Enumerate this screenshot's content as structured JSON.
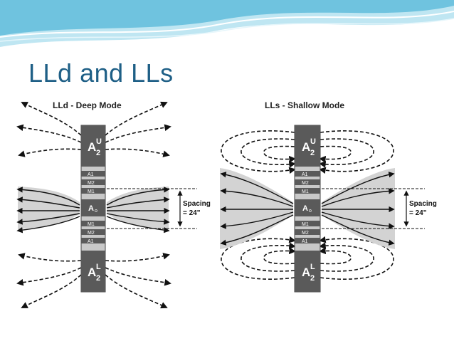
{
  "slide": {
    "title": "LLd and LLs"
  },
  "diagram": {
    "deep": {
      "title": "LLd - Deep Mode",
      "upper_electrode": {
        "main": "A",
        "sub": "2",
        "sup": "U"
      },
      "lower_electrode": {
        "main": "A",
        "sub": "2",
        "sup": "L"
      },
      "center_electrode": "A",
      "center_sub": "o",
      "small_labels_top": [
        "A1",
        "M2",
        "M1"
      ],
      "small_labels_bottom": [
        "M1",
        "M2",
        "A1"
      ],
      "spacing_line1": "Spacing",
      "spacing_line2": "= 24\""
    },
    "shallow": {
      "title": "LLs - Shallow Mode",
      "upper_electrode": {
        "main": "A",
        "sub": "2",
        "sup": "U"
      },
      "lower_electrode": {
        "main": "A",
        "sub": "2",
        "sup": "L"
      },
      "center_electrode": "A",
      "center_sub": "o",
      "small_labels_top": [
        "A1",
        "M2",
        "M1"
      ],
      "small_labels_bottom": [
        "M1",
        "M2",
        "A1"
      ],
      "spacing_line1": "Spacing",
      "spacing_line2": "= 24\""
    },
    "colors": {
      "title": "#1e5f86",
      "electrode": "#5a5a5a",
      "tool_light": "#c9c9c9",
      "shade": "#d3d3d3",
      "wave_light": "#bfe6f2",
      "wave_dark": "#6fc3df"
    }
  }
}
